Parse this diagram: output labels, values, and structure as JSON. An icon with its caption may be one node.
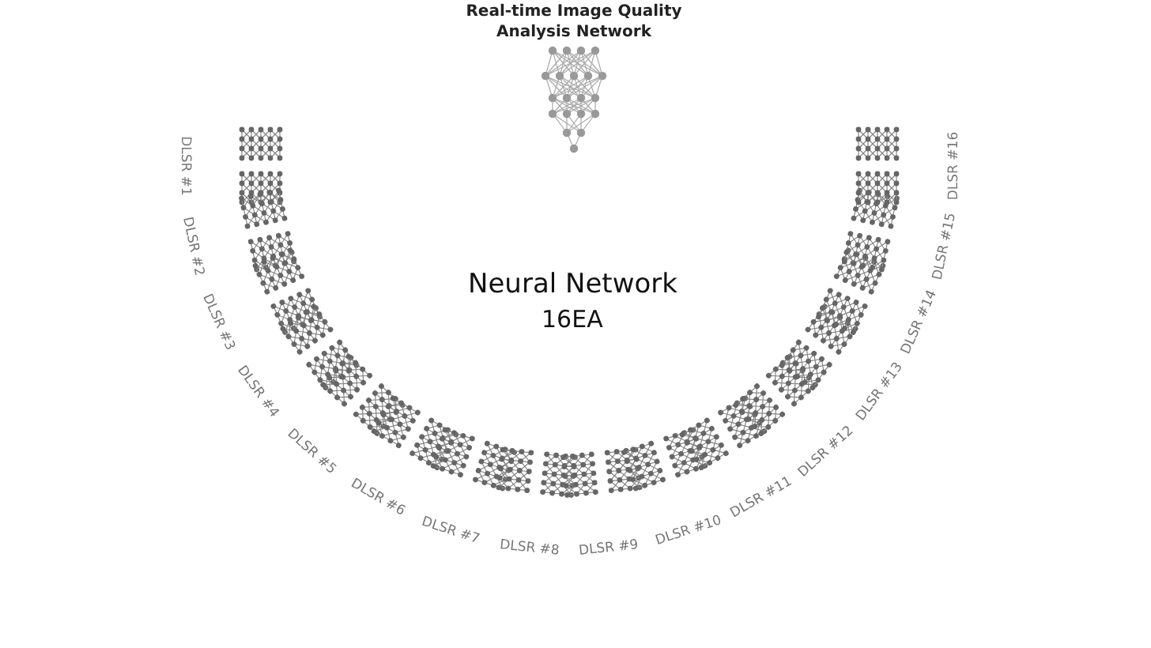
{
  "diagram": {
    "labels": [
      "Real-time Image Quality Analysis Network",
      "Neural Network",
      "16EA",
      "DLSR #1",
      "DLSR #2",
      "DLSR #3",
      "DLSR #4",
      "DLSR #5",
      "DLSR #6",
      "DLSR #7",
      "DLSR #8",
      "DLSR #9",
      "DLSR #10",
      "DLSR #11",
      "DLSR #12",
      "DLSR #13",
      "DLSR #14",
      "DLSR #15",
      "DLSR #16"
    ]
  }
}
